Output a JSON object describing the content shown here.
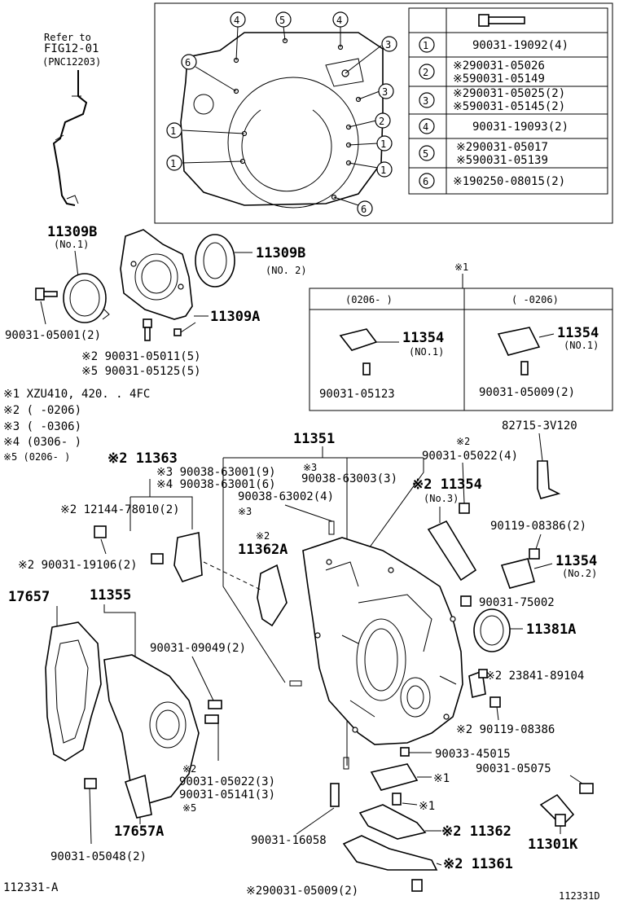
{
  "diagram": {
    "refer": [
      "Refer to",
      "FIG12-01",
      "(PNC12203)"
    ],
    "inset_callouts": [
      "4",
      "5",
      "4",
      "3",
      "6",
      "3",
      "2",
      "1",
      "1",
      "1",
      "1",
      "6"
    ],
    "bolt_table": [
      {
        "num": "1",
        "lines": [
          "90031-19092(4)"
        ]
      },
      {
        "num": "2",
        "lines": [
          "※290031-05026",
          "※590031-05149"
        ]
      },
      {
        "num": "3",
        "lines": [
          "※290031-05025(2)",
          "※590031-05145(2)"
        ]
      },
      {
        "num": "4",
        "lines": [
          "90031-19093(2)"
        ]
      },
      {
        "num": "5",
        "lines": [
          "※290031-05017",
          "※590031-05139"
        ]
      },
      {
        "num": "6",
        "lines": [
          "※190250-08015(2)"
        ]
      }
    ],
    "variant_mark": "※1",
    "variant_box": {
      "left_header": "(0206-    )",
      "right_header": "(    -0206)",
      "left_part": "11354",
      "left_part_sub": "(NO.1)",
      "left_bolt": "90031-05123",
      "right_part": "11354",
      "right_part_sub": "(NO.1)",
      "right_bolt": "90031-05009(2)"
    },
    "legend": [
      "※1 XZU410, 420. . 4FC",
      "※2 (      -0206)",
      "※3 (      -0306)",
      "※4 (0306-      )",
      "※5 (0206-      )"
    ],
    "labels": {
      "p11309B_1": "11309B",
      "p11309B_1_sub": "(No.1)",
      "p11309B_2": "11309B",
      "p11309B_2_sub": "(NO. 2)",
      "p11309A": "11309A",
      "p90031_05001": "90031-05001(2)",
      "p90031_05011": "※2 90031-05011(5)",
      "p90031_05125": "※5 90031-05125(5)",
      "p11363": "※2 11363",
      "p11351": "11351",
      "p90038_63001_9": "※3 90038-63001(9)",
      "p90038_63001_6": "※4 90038-63001(6)",
      "p90038_63003_m": "※3",
      "p90038_63003": "90038-63003(3)",
      "p90038_63002": "90038-63002(4)",
      "p90038_63002_m": "※3",
      "p90031_05022_4": "90031-05022(4)",
      "p90031_05022_4_m": "※2",
      "p82715": "82715-3V120",
      "p12144": "※2 12144-78010(2)",
      "p11354_3": "※2 11354",
      "p11354_3_sub": "(No.3)",
      "p11362A": "11362A",
      "p11362A_m": "※2",
      "p90031_19106": "※2 90031-19106(2)",
      "p90119_08386_2": "90119-08386(2)",
      "p11354_2": "11354",
      "p11354_2_sub": "(No.2)",
      "p17657": "17657",
      "p11355": "11355",
      "p90031_75002": "90031-75002",
      "p11381A": "11381A",
      "p90031_09049": "90031-09049(2)",
      "p23841": "※2 23841-89104",
      "p90119_08386": "※2 90119-08386",
      "p90031_05022_3_m": "※2",
      "p90031_05022_3": "90031-05022(3)",
      "p90031_05141": "90031-05141(3)",
      "p90031_05141_m": "※5",
      "p90033_45015": "90033-45015",
      "p90031_05075": "90031-05075",
      "p_mark1a": "※1",
      "p_mark1b": "※1",
      "p17657A": "17657A",
      "p11362": "※2 11362",
      "p11301K": "11301K",
      "p90031_16058": "90031-16058",
      "p90031_05048": "90031-05048(2)",
      "p11361": "※2 11361",
      "p90031_05009_2": "※290031-05009(2)",
      "footer_left": "112331-A",
      "footer_right": "112331D"
    }
  }
}
